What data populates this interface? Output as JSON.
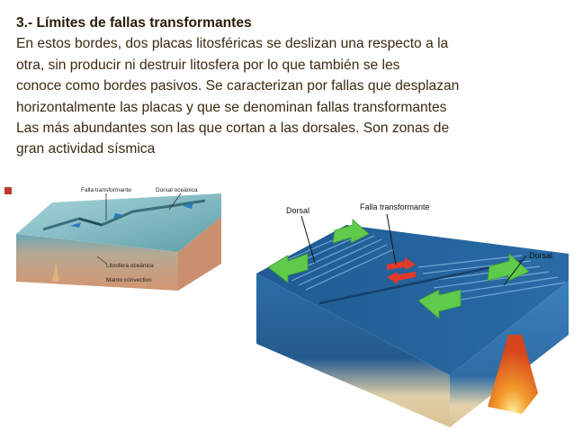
{
  "slide": {
    "heading": "3.- Límites de fallas transformantes",
    "lines": [
      "En estos bordes, dos placas litosféricas se deslizan una respecto a la",
      "otra, sin producir ni destruir litosfera por lo que también se les",
      "conoce como bordes pasivos. Se caracterizan por fallas que desplazan",
      "horizontalmente las placas y que se denominan fallas transformantes",
      "Las más abundantes  son las que cortan a las dorsales. Son zonas de",
      "gran actividad sísmica"
    ]
  },
  "diagram_left": {
    "label_falla": "Falla transformante",
    "label_dorsal": "Dorsal oceánica",
    "label_litosfera": "Litosfera oceánica",
    "label_manto": "Manto convectivo"
  },
  "diagram_right": {
    "label_dorsal_left": "Dorsal",
    "label_falla": "Falla transformante",
    "label_dorsal_right": "Dorsal"
  },
  "colors": {
    "text": "#3b2a12",
    "accent_red": "#c0392b",
    "arrow_green": "#5ecb4a",
    "ocean_blue": "#2f6fa8"
  }
}
